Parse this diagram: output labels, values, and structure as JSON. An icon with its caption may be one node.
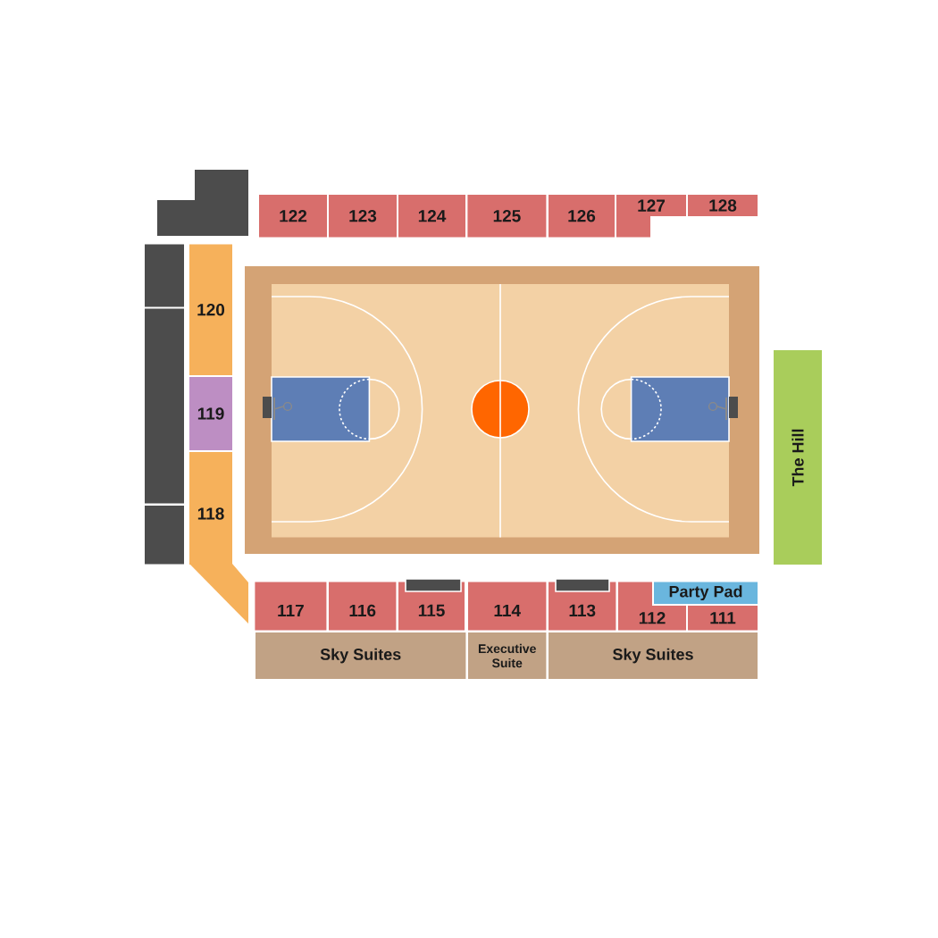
{
  "diagram": {
    "nodes": [
      {
        "text": [],
        "shape": "box"
      },
      {
        "text": [
          "122"
        ]
      },
      {
        "text": [
          "123"
        ]
      },
      {
        "text": [
          "124"
        ]
      },
      {
        "text": [
          "125"
        ]
      },
      {
        "text": [
          "126"
        ]
      },
      {
        "text": [
          "127"
        ]
      },
      {
        "text": [
          "128"
        ]
      },
      {
        "text": [],
        "shape": "box"
      },
      {
        "text": [],
        "shape": "box"
      },
      {
        "text": [],
        "shape": "box"
      },
      {
        "text": [
          "120"
        ]
      },
      {
        "text": [
          "119"
        ]
      },
      {
        "text": [
          "118"
        ]
      },
      {
        "text": [
          "The Hill"
        ]
      },
      {
        "text": [],
        "shape": "box"
      },
      {
        "text": [],
        "shape": "box"
      },
      {
        "text": [
          "Party Pad"
        ]
      },
      {
        "text": [
          "117"
        ]
      },
      {
        "text": [
          "116"
        ]
      },
      {
        "text": [
          "115"
        ]
      },
      {
        "text": [
          "114"
        ]
      },
      {
        "text": [
          "113"
        ]
      },
      {
        "text": [
          "112"
        ]
      },
      {
        "text": [
          "111"
        ]
      },
      {
        "text": [
          "Sky Suites"
        ]
      },
      {
        "text": [
          "Executive Suite"
        ]
      },
      {
        "text": [
          "Sky Suites"
        ]
      }
    ]
  }
}
